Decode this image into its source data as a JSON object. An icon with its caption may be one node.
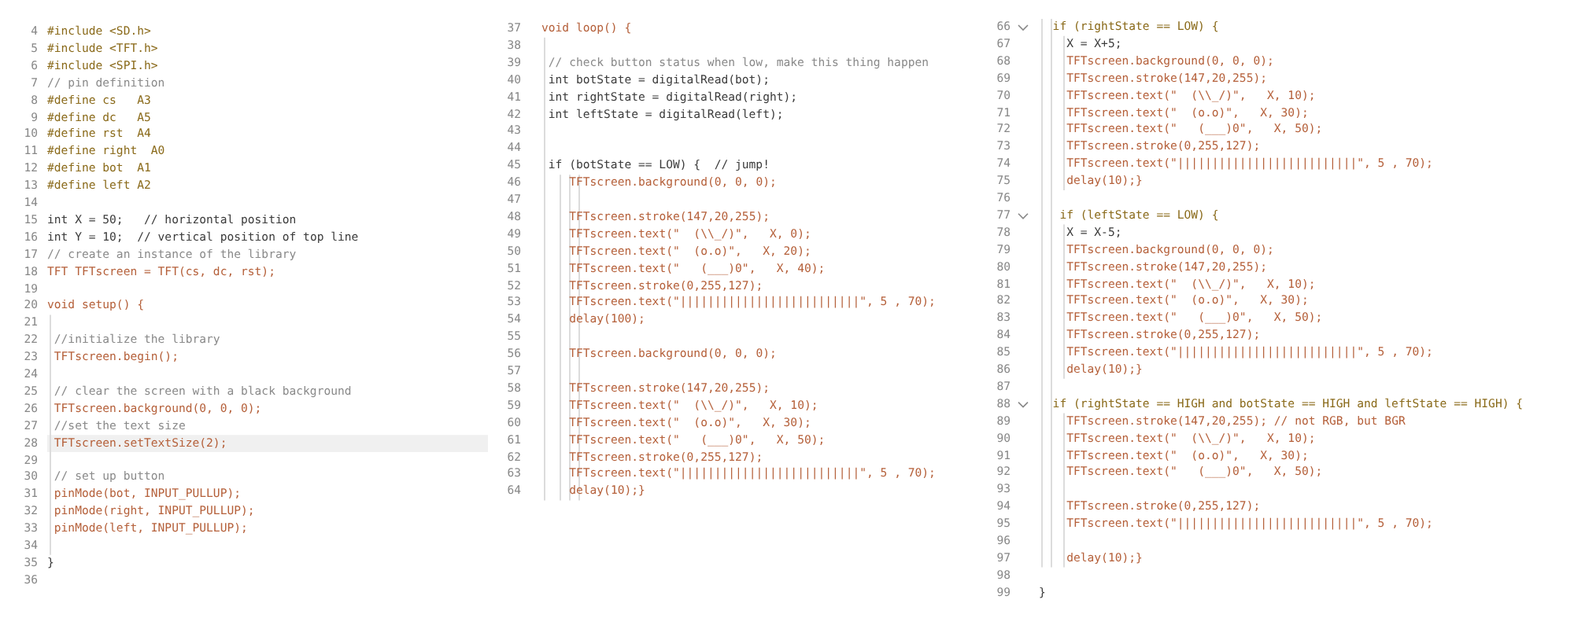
{
  "diagram": {
    "labels": [
      "4",
      "#include <SD.h>",
      "5",
      "#include <TFT.h>",
      "6",
      "#include <SPI.h>",
      "7",
      "// pin definition",
      "8",
      "#define cs   A3",
      "9",
      "#define dc   A5",
      "10",
      "#define rst  A4",
      "11",
      "#define right  A0",
      "12",
      "#define bot  A1",
      "13",
      "#define left A2",
      "14",
      "15",
      "int X = 50;   // horizontal position",
      "16",
      "int Y = 10;  // vertical position of top line",
      "17",
      "// create an instance of the library",
      "18",
      "TFT TFTscreen = TFT(cs, dc, rst);",
      "19",
      "20",
      "void setup() {",
      "21",
      "22",
      "//initialize the library",
      "23",
      "TFTscreen.begin();",
      "24",
      "25",
      "// clear the screen with a black background",
      "26",
      "TFTscreen.background(0, 0, 0);",
      "27",
      "//set the text size",
      "28",
      "TFTscreen.setTextSize(2);",
      "29",
      "30",
      "// set up button",
      "31",
      "pinMode(bot, INPUT_PULLUP);",
      "32",
      "pinMode(right, INPUT_PULLUP);",
      "33",
      "pinMode(left, INPUT_PULLUP);",
      "34",
      "35",
      "}",
      "36",
      "37",
      "void loop() {",
      "38",
      "39",
      "// check button status when low, make this thing happen",
      "40",
      "int botState = digitalRead(bot);",
      "41",
      "int rightState = digitalRead(right);",
      "42",
      "int leftState = digitalRead(left);",
      "43",
      "44",
      "45",
      "if (botState == LOW) {  // jump!",
      "46",
      "TFTscreen.background(0, 0, 0);",
      "47",
      "48",
      "TFTscreen.stroke(147,20,255);",
      "49",
      "TFTscreen.text(\"  (\\\\_/)\",   X, 0);",
      "50",
      "TFTscreen.text(\"  (o.o)\",   X, 20);",
      "51",
      "TFTscreen.text(\"   (___)0\",   X, 40);",
      "52",
      "TFTscreen.stroke(0,255,127);",
      "53",
      "TFTscreen.text(\"||||||||||||||||||||||||||\", 5 , 70);",
      "54",
      "delay(100);",
      "55",
      "56",
      "TFTscreen.background(0, 0, 0);",
      "57",
      "58",
      "TFTscreen.stroke(147,20,255);",
      "59",
      "TFTscreen.text(\"  (\\\\_/)\",   X, 10);",
      "60",
      "TFTscreen.text(\"  (o.o)\",   X, 30);",
      "61",
      "TFTscreen.text(\"   (___)0\",   X, 50);",
      "62",
      "TFTscreen.stroke(0,255,127);",
      "63",
      "TFTscreen.text(\"||||||||||||||||||||||||||\", 5 , 70);",
      "64",
      "delay(10);}",
      "66",
      "if (rightState == LOW) {",
      "67",
      "X = X+5;",
      "68",
      "TFTscreen.background(0, 0, 0);",
      "69",
      "TFTscreen.stroke(147,20,255);",
      "70",
      "TFTscreen.text(\"  (\\\\_/)\",   X, 10);",
      "71",
      "TFTscreen.text(\"  (o.o)\",   X, 30);",
      "72",
      "TFTscreen.text(\"   (___)0\",   X, 50);",
      "73",
      "TFTscreen.stroke(0,255,127);",
      "74",
      "TFTscreen.text(\"||||||||||||||||||||||||||\", 5 , 70);",
      "75",
      "delay(10);}",
      "76",
      "77",
      "if (leftState == LOW) {",
      "78",
      "X = X-5;",
      "79",
      "TFTscreen.background(0, 0, 0);",
      "80",
      "TFTscreen.stroke(147,20,255);",
      "81",
      "TFTscreen.text(\"  (\\\\_/)\",   X, 10);",
      "82",
      "TFTscreen.text(\"  (o.o)\",   X, 30);",
      "83",
      "TFTscreen.text(\"   (___)0\",   X, 50);",
      "84",
      "TFTscreen.stroke(0,255,127);",
      "85",
      "TFTscreen.text(\"||||||||||||||||||||||||||\", 5 , 70);",
      "86",
      "delay(10);}",
      "87",
      "88",
      "if (rightState == HIGH and botState == HIGH and leftState == HIGH) {",
      "89",
      "TFTscreen.stroke(147,20,255); // not RGB, but BGR",
      "90",
      "TFTscreen.text(\"  (\\\\_/)\",   X, 10);",
      "91",
      "TFTscreen.text(\"  (o.o)\",   X, 30);",
      "92",
      "TFTscreen.text(\"   (___)0\",   X, 50);",
      "93",
      "94",
      "TFTscreen.stroke(0,255,127);",
      "95",
      "TFTscreen.text(\"||||||||||||||||||||||||||\", 5 , 70);",
      "96",
      "97",
      "delay(10);}",
      "98",
      "99",
      "}"
    ]
  }
}
